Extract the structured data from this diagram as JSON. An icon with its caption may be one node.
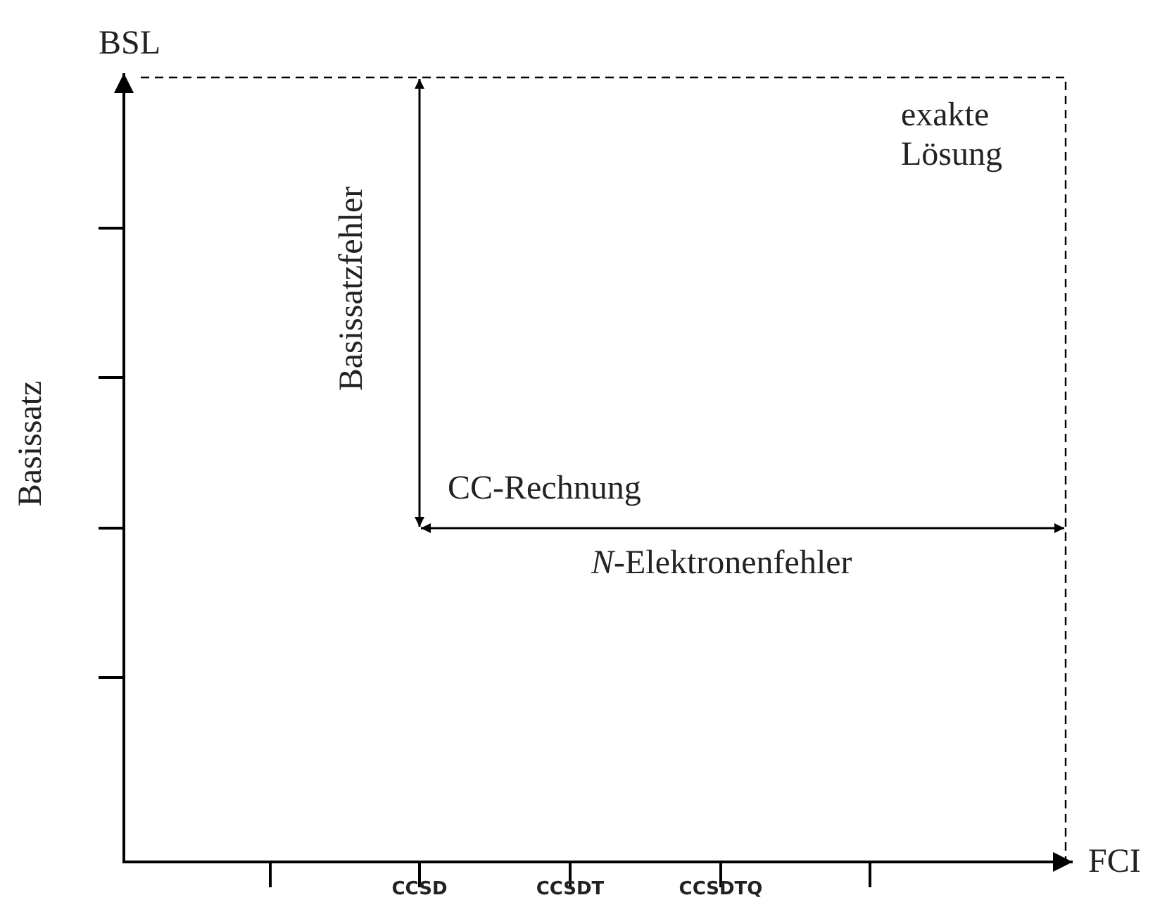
{
  "diagram": {
    "labels": [
      "BSL",
      "exakte Lösung",
      "Basissatzfehler",
      "Basissatz",
      "CC-Rechnung",
      "*N*-Elektronenfehler",
      "FCI",
      "CCSD",
      "CCSDT",
      "CCSDTQ"
    ]
  }
}
